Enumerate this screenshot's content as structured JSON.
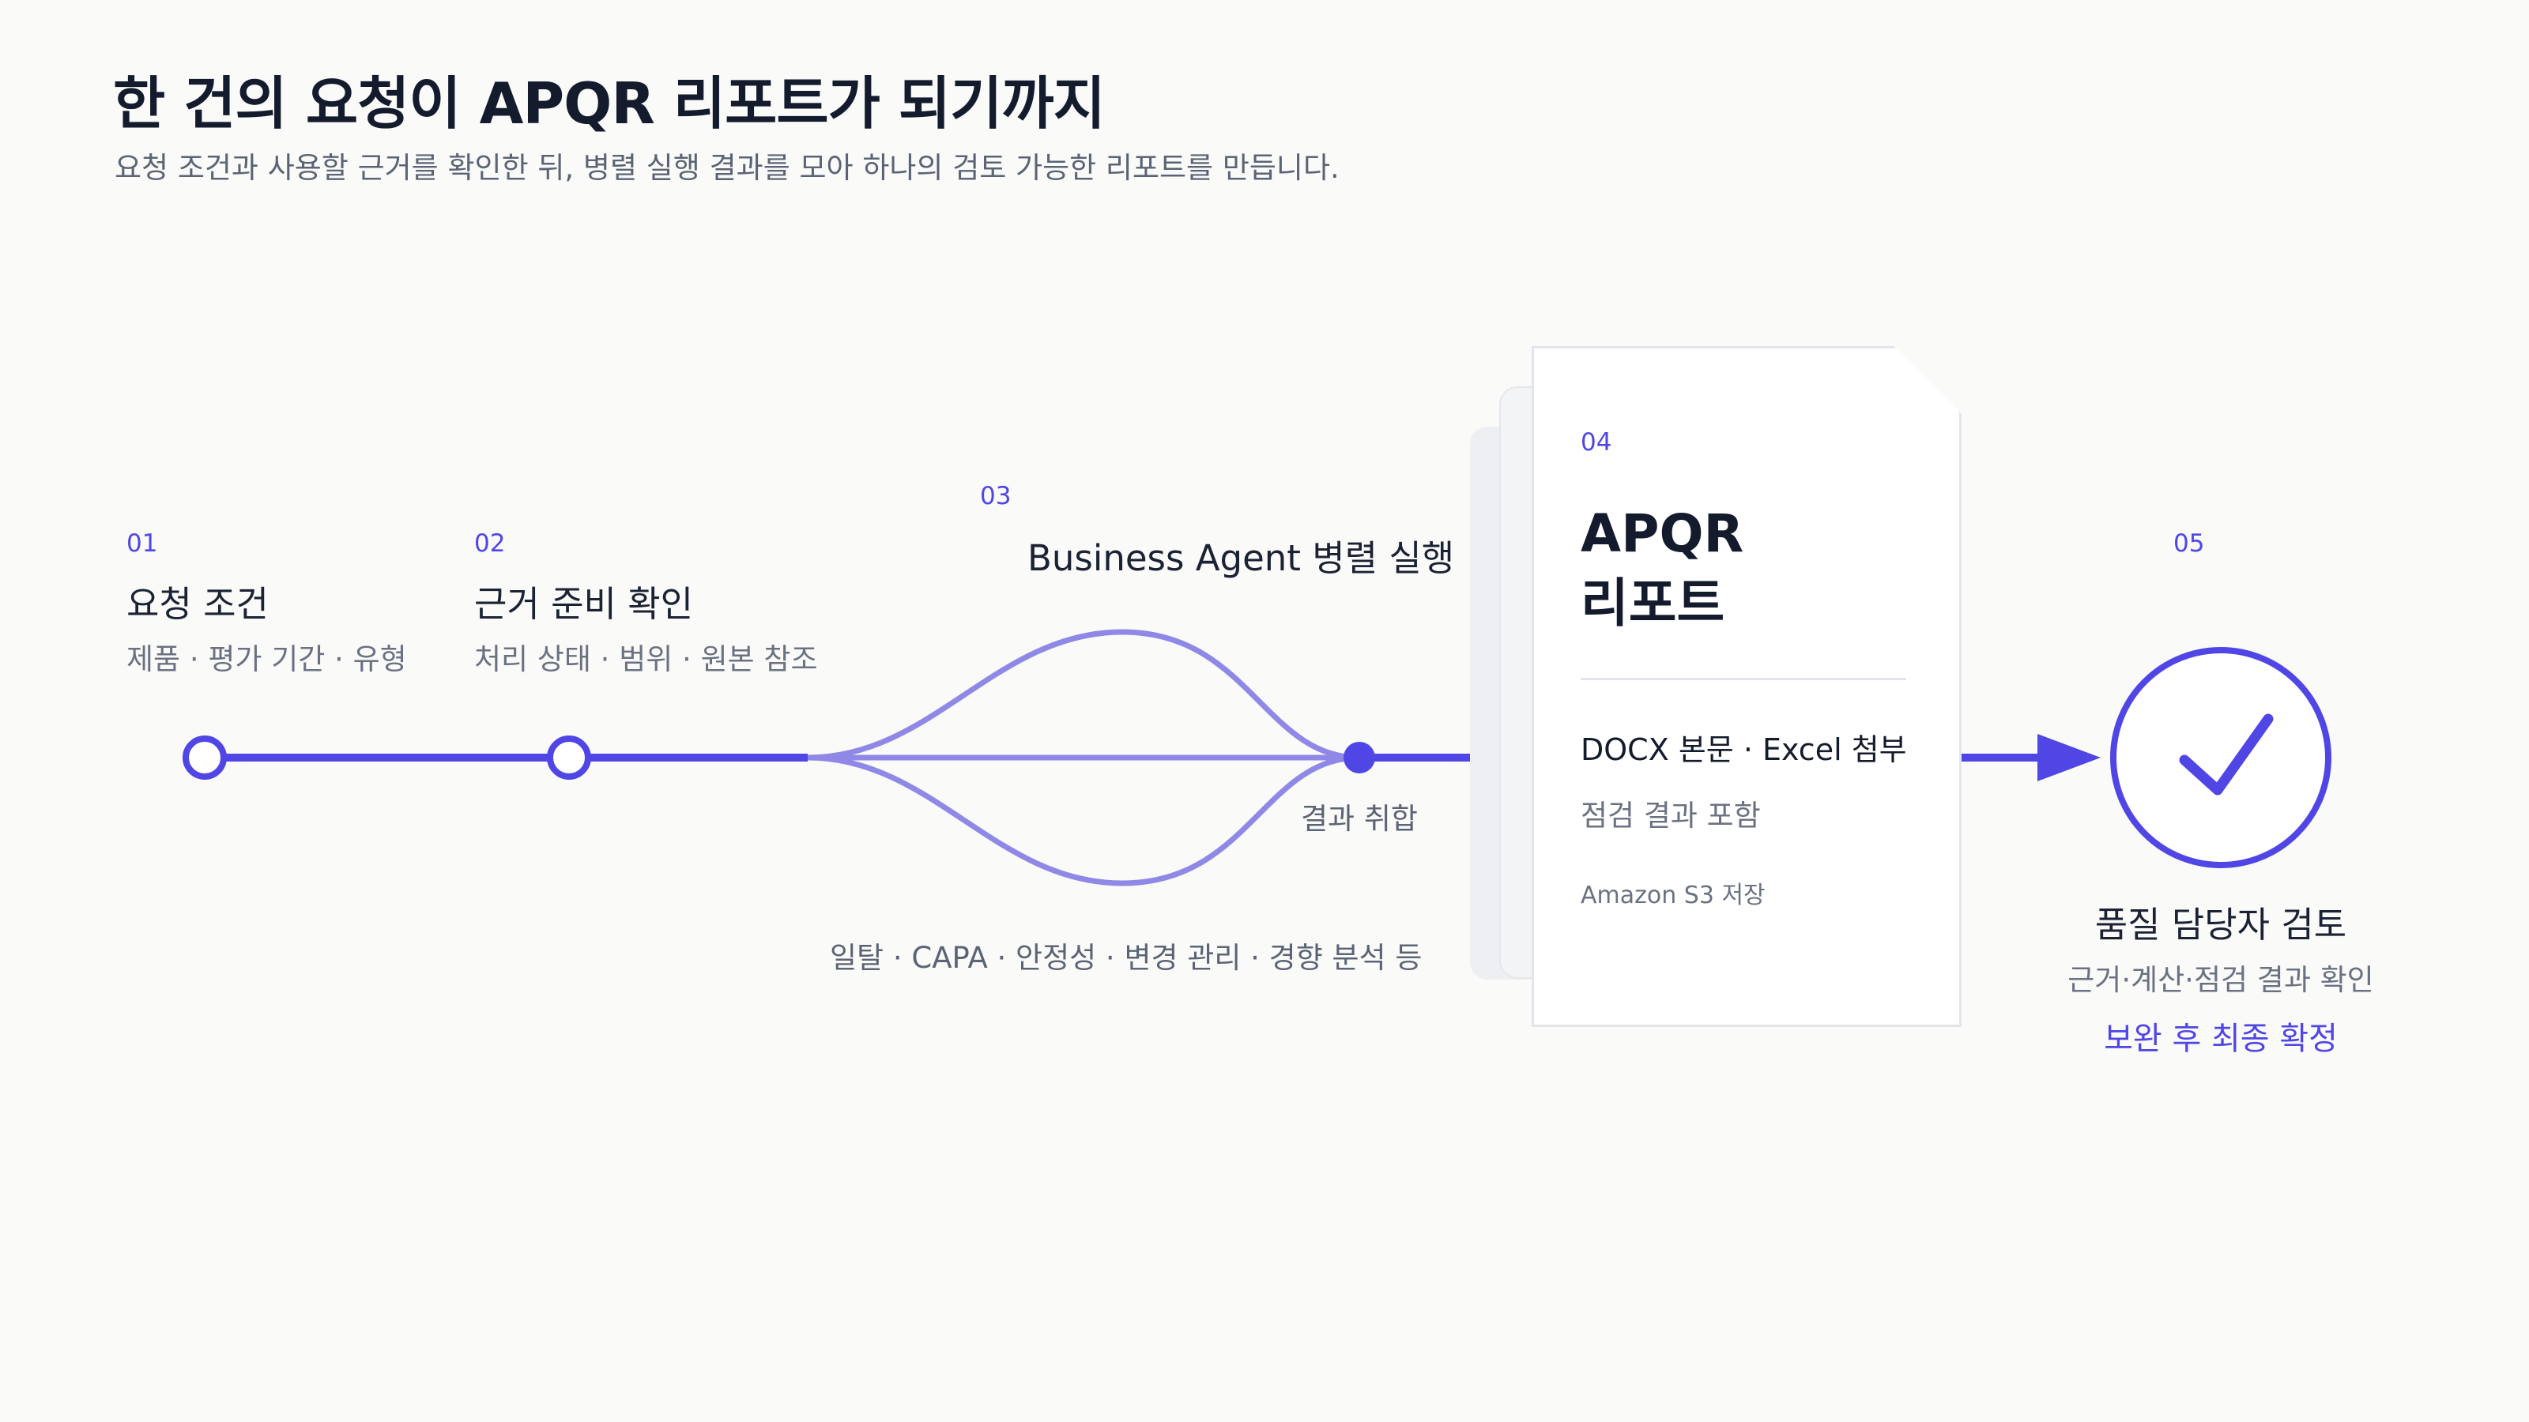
{
  "header": {
    "title": "한 건의 요청이 APQR 리포트가 되기까지",
    "subtitle": "요청 조건과 사용할 근거를 확인한 뒤, 병렬 실행 결과를 모아 하나의 검토 가능한 리포트를 만듭니다."
  },
  "steps": [
    {
      "num": "01",
      "title": "요청 조건",
      "sub": "제품 · 평가 기간 · 유형"
    },
    {
      "num": "02",
      "title": "근거 준비 확인",
      "sub": "처리 상태 · 범위 · 원본 참조"
    },
    {
      "num": "03",
      "title": "Business Agent 병렬 실행",
      "merge_label": "결과 취합",
      "branches_label": "일탈 · CAPA · 안정성 · 변경 관리 · 경향 분석 등"
    },
    {
      "num": "04",
      "title": "APQR\n리포트",
      "line1": "DOCX 본문 · Excel 첨부",
      "line2": "점검 결과 포함",
      "line3": "Amazon S3 저장"
    },
    {
      "num": "05",
      "title": "품질 담당자 검토",
      "sub": "근거·계산·점검 결과 확인",
      "accent": "보완 후 최종 확정"
    }
  ],
  "colors": {
    "accent": "#4f46e5",
    "branch": "#8f88e6",
    "text_dark": "#141b2d",
    "text_muted": "#6a7282",
    "background": "#fafaf9"
  },
  "icons": {
    "check": "check-icon",
    "document": "document-icon"
  }
}
